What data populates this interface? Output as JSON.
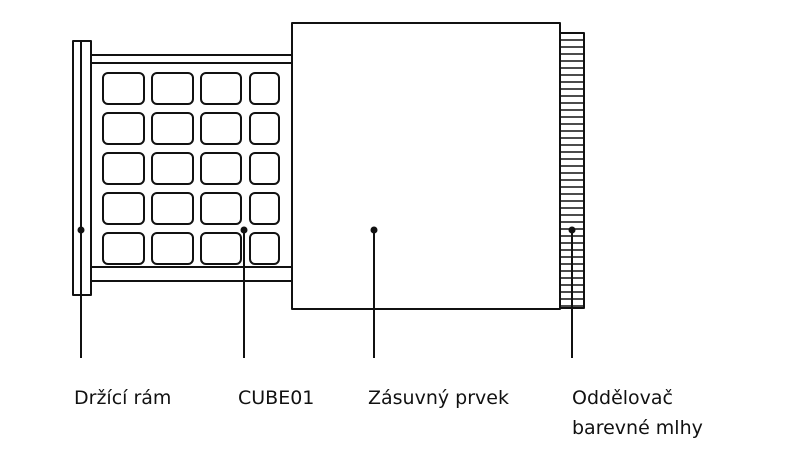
{
  "labels": {
    "holding_frame": "Držící rám",
    "cube01": "CUBE01",
    "sliding_part": "Zásuvný prvek",
    "separator_line1": "Oddělovač",
    "separator_line2": "barevné mlhy"
  },
  "colors": {
    "stroke": "#111111",
    "background": "#ffffff"
  }
}
